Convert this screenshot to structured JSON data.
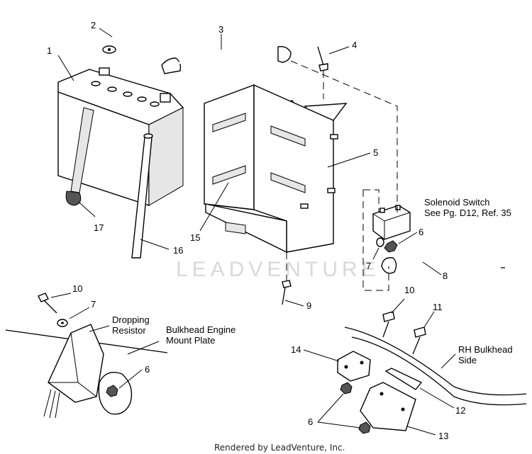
{
  "watermark": "LEADVENTURE",
  "footer": "Rendered by LeadVenture, Inc.",
  "callouts": {
    "c1": "1",
    "c2": "2",
    "c3": "3",
    "c4": "4",
    "c5": "5",
    "c6a": "6",
    "c6b": "6",
    "c6c": "6",
    "c7a": "7",
    "c7b": "7",
    "c8": "8",
    "c9": "9",
    "c10a": "10",
    "c10b": "10",
    "c11": "11",
    "c12": "12",
    "c13": "13",
    "c14": "14",
    "c15": "15",
    "c16": "16",
    "c17": "17"
  },
  "notes": {
    "solenoid_line1": "Solenoid Switch",
    "solenoid_line2": "See Pg. D12, Ref. 35",
    "resistor_line1": "Dropping",
    "resistor_line2": "Resistor",
    "bulkhead_line1": "Bulkhead Engine",
    "bulkhead_line2": "Mount Plate",
    "rh_line1": "RH Bulkhead",
    "rh_line2": "Side"
  }
}
